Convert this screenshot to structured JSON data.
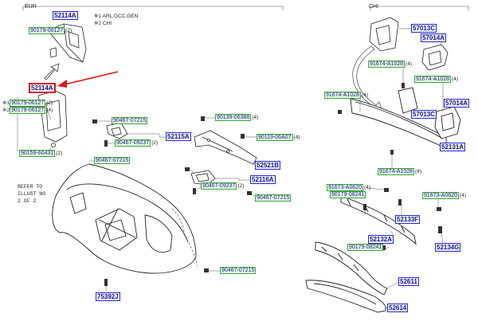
{
  "regions": {
    "eur": "EUR",
    "chi": "CHI"
  },
  "notes": [
    "※1 ARL,GCC,GEN",
    "※2 CHI"
  ],
  "refer_text": [
    "REFER TO",
    "ILLUST NO",
    "2 OF 2"
  ],
  "highlight_color": "#e01414",
  "labels": {
    "p52114A_top": {
      "code": "52114A"
    },
    "p90179_06127_top": {
      "code": "90179-06127",
      "qty": "(2)"
    },
    "p52114A_hl": {
      "code": "52114A"
    },
    "p90179_06127_n1": {
      "mark": "※1",
      "code": "90179-06127",
      "qty": "(2)"
    },
    "p90179_06127_n2": {
      "mark": "※2",
      "code": "90179-06127",
      "qty": "(4)"
    },
    "p90159_60431": {
      "code": "90159-60431",
      "qty": "(2)"
    },
    "p90467_07215_a": {
      "code": "90467-07215"
    },
    "p90467_09237_a": {
      "code": "90467-09237",
      "qty": "(2)"
    },
    "p52115A": {
      "code": "52115A"
    },
    "p90467_07215_b": {
      "code": "90467-07215"
    },
    "p90139_06388": {
      "code": "90139-06388",
      "qty": "(4)"
    },
    "p90119_06A07": {
      "code": "90119-06A07",
      "qty": "(4)"
    },
    "p52521B": {
      "code": "52521B"
    },
    "p90467_09237_b": {
      "code": "90467-09237",
      "qty": "(2)"
    },
    "p52116A": {
      "code": "52116A"
    },
    "p90467_07215_c": {
      "code": "90467-07215"
    },
    "p90467_07215_d": {
      "code": "90467-07215"
    },
    "p75392J": {
      "code": "75392J"
    },
    "p57013C_top": {
      "code": "57013C"
    },
    "p57014A_top": {
      "code": "57014A"
    },
    "p91674_A1028_a": {
      "code": "91674-A1028",
      "qty": "(4)"
    },
    "p91674_A1028_b": {
      "code": "91674-A1028",
      "qty": "(4)"
    },
    "p91674_A1028_c": {
      "code": "91674-A1028",
      "qty": "(4)"
    },
    "p57014A_mid": {
      "code": "57014A"
    },
    "p57013C_mid": {
      "code": "57013C"
    },
    "p52131A": {
      "code": "52131A"
    },
    "p91674_A1028_d": {
      "code": "91674-A1028",
      "qty": "(4)"
    },
    "p91673_A0620_a": {
      "code": "91673-A0620",
      "qty": "(4)"
    },
    "p90179_08241_a": {
      "code": "90179-08241"
    },
    "p91673_A0620_b": {
      "code": "91673-A0620",
      "qty": "(4)"
    },
    "p52133F": {
      "code": "52133F"
    },
    "p52132A": {
      "code": "52132A"
    },
    "p90179_08241_b": {
      "code": "90179-08241"
    },
    "p52134G": {
      "code": "52134G"
    },
    "p52611": {
      "code": "52611"
    },
    "p52614": {
      "code": "52614"
    }
  }
}
